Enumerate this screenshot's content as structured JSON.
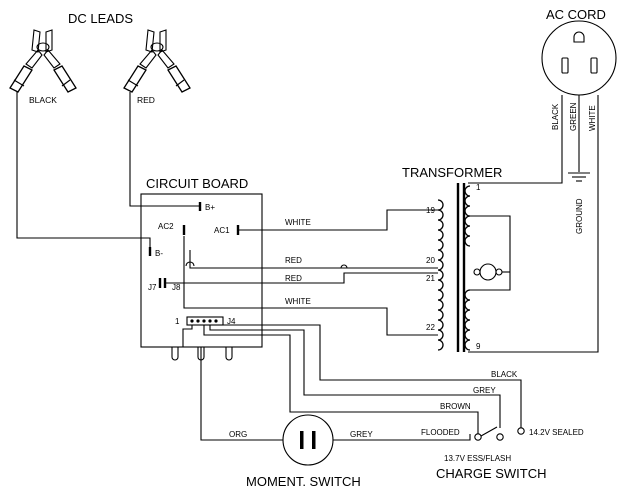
{
  "headings": {
    "dc_leads": "DC LEADS",
    "ac_cord": "AC CORD",
    "circuit_board": "CIRCUIT BOARD",
    "transformer": "TRANSFORMER",
    "moment_switch": "MOMENT. SWITCH",
    "charge_switch": "CHARGE SWITCH"
  },
  "clip_labels": {
    "black": "BLACK",
    "red": "RED"
  },
  "ac_cord_wires": {
    "black": "BLACK",
    "green": "GREEN",
    "white": "WHITE",
    "ground": "GROUND"
  },
  "board_pins": {
    "b_plus": "B+",
    "b_minus": "B-",
    "ac1": "AC1",
    "ac2": "AC2",
    "j7": "J7",
    "j8": "J8",
    "j4": "J4",
    "pin1": "1"
  },
  "wire_labels": {
    "white_top": "WHITE",
    "red_1": "RED",
    "red_2": "RED",
    "white_bottom": "WHITE",
    "black": "BLACK",
    "grey": "GREY",
    "brown": "BROWN",
    "org": "ORG",
    "grey_switch": "GREY"
  },
  "transformer_taps": {
    "t1": "1",
    "t19": "19",
    "t20": "20",
    "t21": "21",
    "t22": "22",
    "t9": "9"
  },
  "charge_switch": {
    "flooded": "FLOODED",
    "sealed": "14.2V SEALED",
    "ess_flash": "13.7V ESS/FLASH"
  }
}
